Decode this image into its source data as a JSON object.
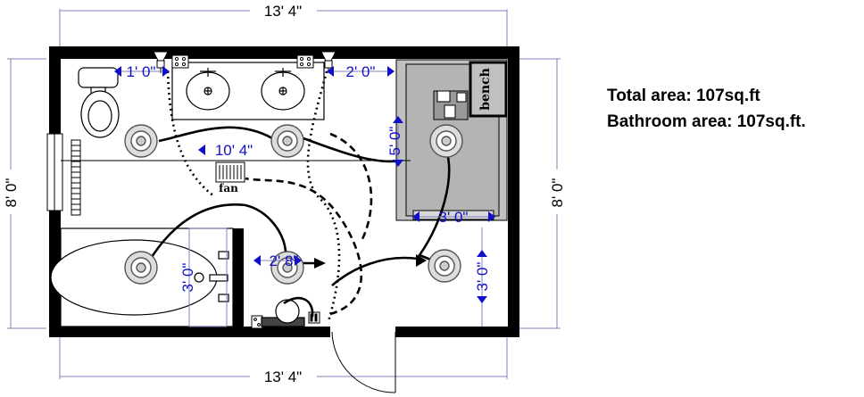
{
  "dimensions": {
    "top_width": "13' 4\"",
    "bottom_width": "13' 4\"",
    "left_height": "8' 0\"",
    "right_height": "8' 0\"",
    "vanity_left_gap": "1' 0\"",
    "vanity_right_gap": "2' 0\"",
    "room_span": "10' 4\"",
    "shower_depth": "5' 0\"",
    "shower_width": "3' 0\"",
    "tub_width": "3' 0\"",
    "toilet_nook": "2' 8\"",
    "door_side": "3' 0\""
  },
  "fixtures": {
    "bench_label": "bench",
    "fan_label": "fan"
  },
  "areas": {
    "total": "Total area: 107sq.ft",
    "bathroom": "Bathroom area: 107sq.ft."
  },
  "colors": {
    "wall": "#000000",
    "dimension_line": "#8080c0",
    "dimension_text": "#1010c8",
    "shower_fill": "#c0c0c0"
  }
}
